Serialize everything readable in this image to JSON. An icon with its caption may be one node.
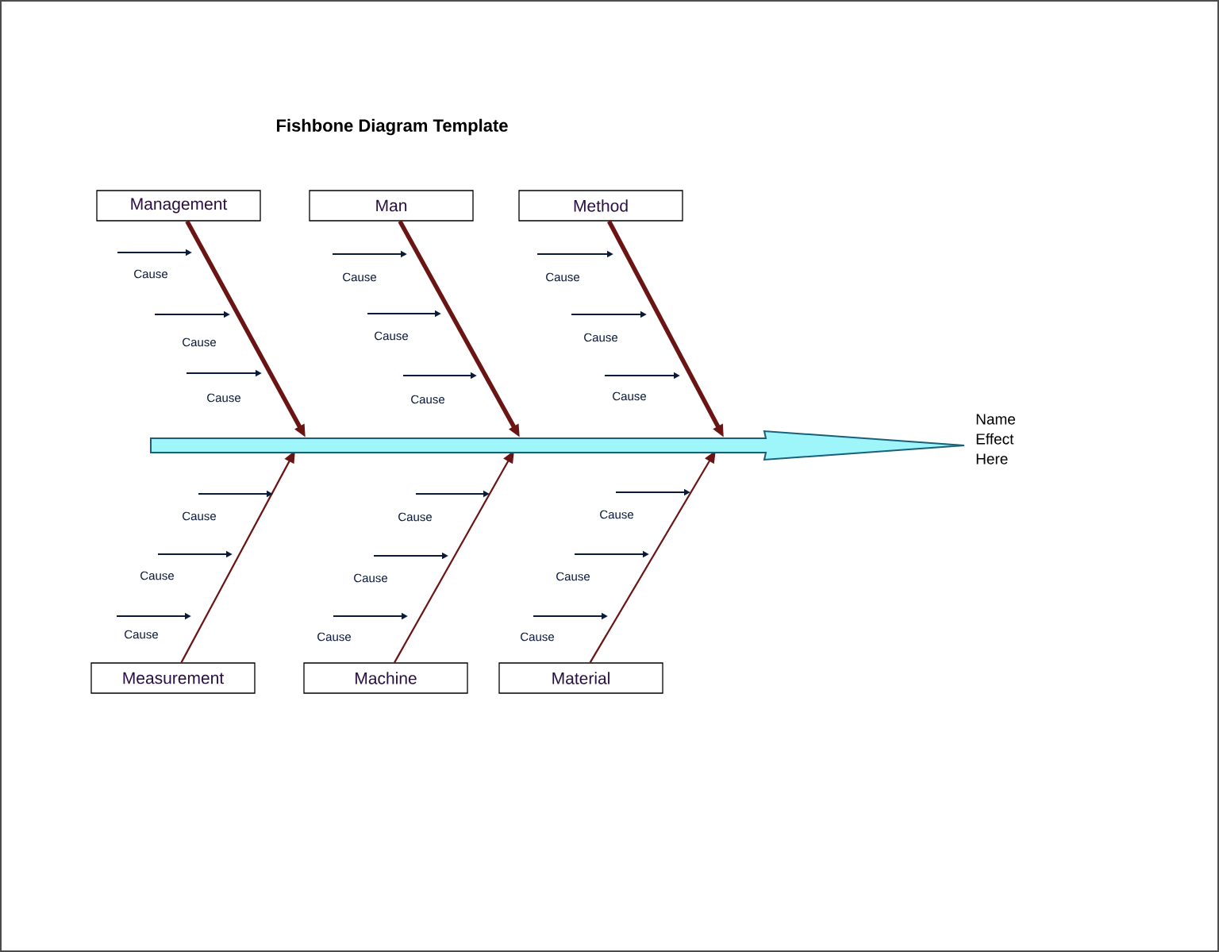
{
  "diagram": {
    "title": "Fishbone Diagram Template",
    "nodes": [
      {
        "text": [
          "Management"
        ]
      },
      {
        "text": [
          "Man"
        ]
      },
      {
        "text": [
          "Method"
        ]
      },
      {
        "text": [
          "Measurement"
        ]
      },
      {
        "text": [
          "Machine"
        ]
      },
      {
        "text": [
          "Material"
        ]
      },
      {
        "text": [
          "Name Effect Here"
        ]
      }
    ],
    "edges": [
      {
        "from": 0,
        "to": null,
        "arrow": "to",
        "style": "thick"
      },
      {
        "from": 1,
        "to": null,
        "arrow": "to",
        "style": "thick"
      },
      {
        "from": 2,
        "to": null,
        "arrow": "to",
        "style": "thick"
      },
      {
        "from": 3,
        "to": null,
        "arrow": "to"
      },
      {
        "from": 4,
        "to": null,
        "arrow": "to"
      },
      {
        "from": 5,
        "to": null,
        "arrow": "to"
      },
      {
        "from": null,
        "to": 6,
        "arrow": "to",
        "color": "#1a5f7a"
      }
    ],
    "labels": [
      "Cause",
      "Cause",
      "Cause",
      "Cause",
      "Cause",
      "Cause",
      "Cause",
      "Cause",
      "Cause",
      "Cause",
      "Cause",
      "Cause",
      "Cause",
      "Cause",
      "Cause",
      "Cause",
      "Cause",
      "Cause"
    ]
  }
}
